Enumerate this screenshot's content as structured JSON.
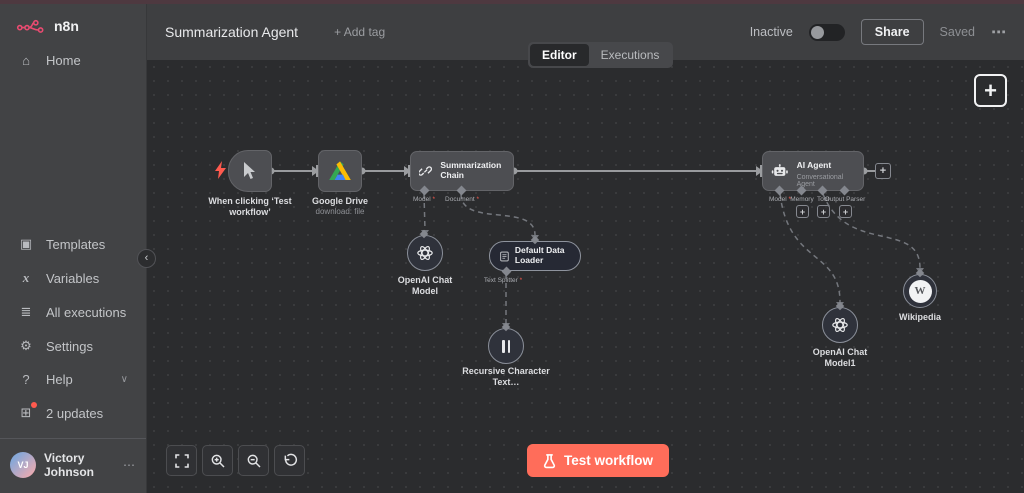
{
  "app": {
    "brand": "n8n"
  },
  "header": {
    "title": "Summarization Agent",
    "add_tag": "+ Add tag",
    "status": "Inactive",
    "share": "Share",
    "saved": "Saved",
    "more": "⋯"
  },
  "tabs": {
    "editor": "Editor",
    "executions": "Executions",
    "active": "Editor"
  },
  "sidebar": {
    "collapse": "‹",
    "items": [
      {
        "icon": "⌂",
        "label": "Home"
      },
      {
        "icon": "▣",
        "label": "Templates"
      },
      {
        "icon": "x",
        "label": "Variables"
      },
      {
        "icon": "≣",
        "label": "All executions"
      },
      {
        "icon": "⚙",
        "label": "Settings"
      },
      {
        "icon": "?",
        "label": "Help",
        "chevron": "∨"
      },
      {
        "icon": "⊞",
        "label": "2 updates"
      }
    ],
    "user": {
      "initials": "VJ",
      "name": "Victory Johnson",
      "more": "⋯"
    }
  },
  "nodes": {
    "trigger": {
      "label": "When clicking ‘Test workflow’"
    },
    "gdrive": {
      "label": "Google Drive",
      "sub": "download: file"
    },
    "chain": {
      "label": "Summarization Chain"
    },
    "openai": {
      "label": "OpenAI Chat Model"
    },
    "loader": {
      "label": "Default Data Loader"
    },
    "splitter": {
      "label": "Recursive Character Text…"
    },
    "agent": {
      "label": "AI Agent",
      "sub": "Conversational Agent"
    },
    "openai1": {
      "label": "OpenAI Chat Model1"
    },
    "wikipedia": {
      "label": "Wikipedia",
      "glyph": "W"
    }
  },
  "ports": {
    "chain": [
      {
        "label": "Model",
        "req": " *"
      },
      {
        "label": "Document",
        "req": " *"
      }
    ],
    "loader": [
      {
        "label": "Text Splitter",
        "req": " *"
      }
    ],
    "agent": [
      {
        "label": "Model",
        "req": " *"
      },
      {
        "label": "Memory"
      },
      {
        "label": "Tool"
      },
      {
        "label": "Output Parser"
      }
    ]
  },
  "controls": {
    "plus": "+",
    "test_workflow": "Test workflow"
  },
  "colors": {
    "brand": "#ea4b71",
    "accent": "#ff6d5a",
    "canvas": "#2b2c2e",
    "sidebar": "#424345"
  }
}
